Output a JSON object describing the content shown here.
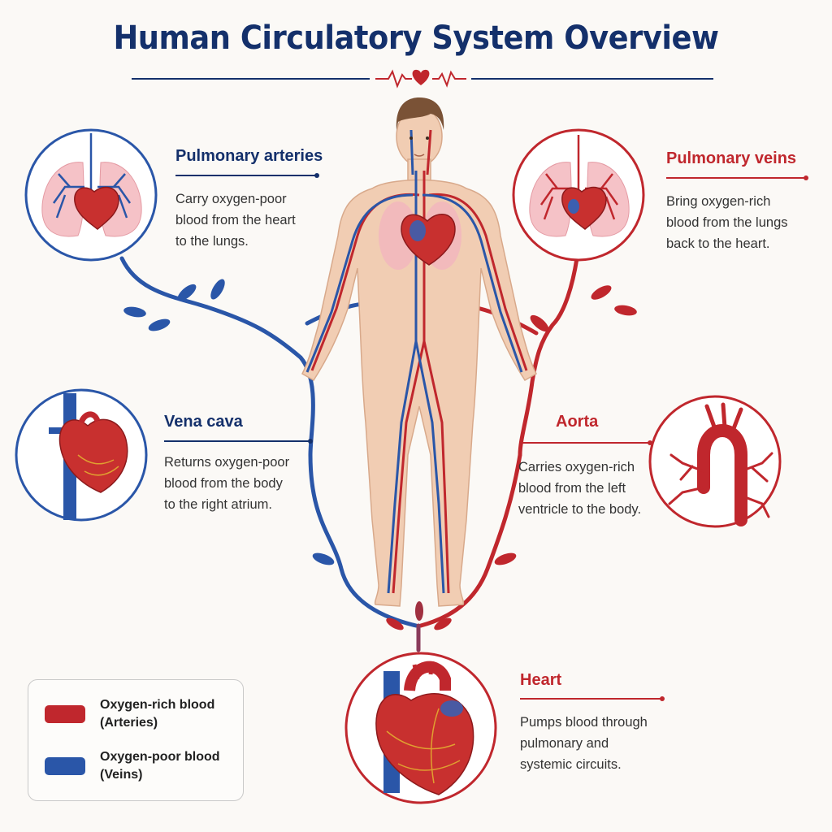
{
  "title": "Human Circulatory System Overview",
  "colors": {
    "artery": "#c0272d",
    "vein": "#2a56a8",
    "title": "#14306b",
    "skin": "#f1cdb3"
  },
  "callouts": {
    "pulmonary_arteries": {
      "label": "Pulmonary arteries",
      "description": "Carry oxygen-poor\nblood from the heart\nto the lungs.",
      "icon": "lungs-with-heart-icon"
    },
    "pulmonary_veins": {
      "label": "Pulmonary veins",
      "description": "Bring oxygen-rich\nblood from the lungs\nback to the heart.",
      "icon": "lungs-with-heart-icon"
    },
    "vena_cava": {
      "label": "Vena cava",
      "description": "Returns oxygen-poor\nblood from the body\nto the right atrium.",
      "icon": "heart-with-vena-cava-icon"
    },
    "aorta": {
      "label": "Aorta",
      "description": "Carries oxygen-rich\nblood from the left\nventricle to the body.",
      "icon": "aortic-arch-icon"
    },
    "heart": {
      "label": "Heart",
      "description": "Pumps blood through\npulmonary and\nsystemic circuits.",
      "icon": "heart-icon"
    }
  },
  "legend": {
    "items": [
      {
        "label": "Oxygen-rich blood\n(Arteries)",
        "color": "#c0272d"
      },
      {
        "label": "Oxygen-poor blood\n(Veins)",
        "color": "#2a56a8"
      }
    ]
  }
}
